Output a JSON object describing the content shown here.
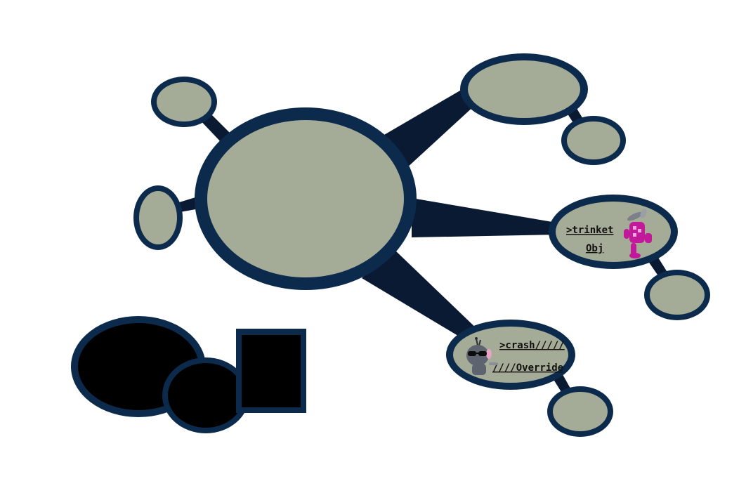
{
  "colors": {
    "node_fill": "#a4ab96",
    "node_border": "#0b2a4c",
    "connector": "#0a1a33",
    "inventory_fill": "#000000",
    "background": "#ffffff",
    "trinket_icon": "#c2189a",
    "crash_icon": "#5d6470"
  },
  "nodes": {
    "trinket": {
      "line1": ">trinket",
      "line2": "Obj",
      "icon": "pink-robot-figure-icon"
    },
    "crash": {
      "line1": ">crash/////",
      "line2": "////Override",
      "icon": "grey-robot-with-sunglasses-icon"
    }
  },
  "inventory": {
    "slots": [
      "large-oval-slot",
      "small-oval-slot",
      "square-slot"
    ]
  }
}
